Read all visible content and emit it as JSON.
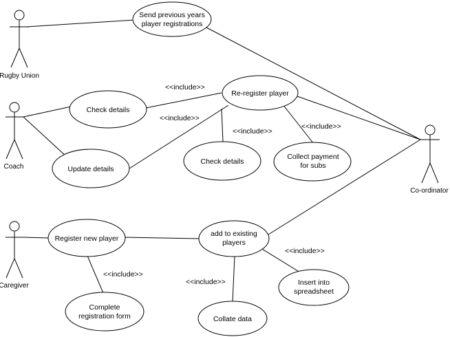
{
  "actors": {
    "rugby_union": "Rugby Union",
    "coach": "Coach",
    "caregiver": "Caregiver",
    "coordinator": "Co-ordinator"
  },
  "use_cases": {
    "send_prev": [
      "Send previous years",
      "player registrations"
    ],
    "re_register": [
      "Re-register player"
    ],
    "check_details_left": [
      "Check details"
    ],
    "update_details": [
      "Update details"
    ],
    "check_details_mid": [
      "Check details"
    ],
    "collect_payment": [
      "Collect payment",
      "for subs"
    ],
    "register_new": [
      "Register new player"
    ],
    "add_existing": [
      "add to existing",
      "players"
    ],
    "complete_form": [
      "Complete",
      "registration form"
    ],
    "collate_data": [
      "Collate data"
    ],
    "insert_spreadsheet": [
      "Insert into",
      "spreadsheet"
    ]
  },
  "include_label": "<<include>>"
}
